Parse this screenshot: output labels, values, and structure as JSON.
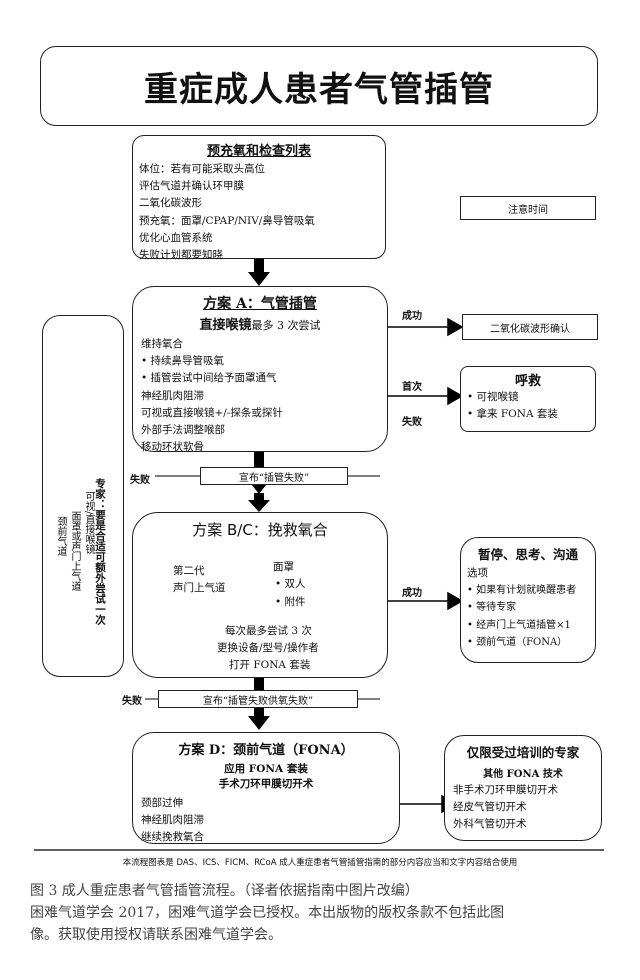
{
  "title": "重症成人患者气管插管",
  "pre_ox": {
    "heading": "预充氧和检查列表",
    "items": [
      "体位：若有可能采取头高位",
      "评估气道并确认环甲膜",
      "二氧化碳波形",
      "预充氧：面罩/CPAP/NIV/鼻导管吸氧",
      "优化心血管系统",
      "失败计划都要知晓"
    ]
  },
  "attention": "注意时间",
  "plan_a": {
    "heading": "方案 A：气管插管",
    "sub_bold": "直接喉镜",
    "sub_rest": "最多 3 次尝试",
    "items": [
      "维持氧合",
      "• 持续鼻导管吸氧",
      "• 插管尝试中间给予面罩通气",
      "神经肌肉阻滞",
      "可视或直接喉镜+/-探条或探针",
      "外部手法调整喉部",
      "移动环状软骨"
    ]
  },
  "success_label": "成功",
  "capno_confirm": "二氧化碳波形确认",
  "first_label": "首次",
  "fail_label_a": "失败",
  "help": {
    "heading": "呼救",
    "items": [
      "• 可视喉镜",
      "• 拿来 FONA 套装"
    ]
  },
  "fail_left_1": "失败",
  "declare_1": "宣布“插管失败”",
  "plan_bc": {
    "heading": "方案 B/C：挽救氧合",
    "left_items": [
      "第二代",
      "声门上气道"
    ],
    "right_items": [
      "面罩",
      "• 双人",
      "• 附件"
    ],
    "bottom_items": [
      "每次最多尝试 3 次",
      "更换设备/型号/操作者",
      "打开 FONA 套装"
    ]
  },
  "success_label_2": "成功",
  "pause": {
    "heading": "暂停、思考、沟通",
    "sub": "选项",
    "items": [
      "• 如果有计划就唤醒患者",
      "• 等待专家",
      "• 经声门上气道插管×1",
      "• 颈前气道（FONA）"
    ]
  },
  "fail_left_2": "失败",
  "declare_2": "宣布“插管失败供氧失败”",
  "plan_d": {
    "heading": "方案 D：颈前气道（FONA）",
    "sub1": "应用 FONA 套装",
    "sub2": "手术刀环甲膜切开术",
    "items": [
      "颈部过伸",
      "神经肌肉阻滞",
      "继续挽救氧合"
    ]
  },
  "expert_only": {
    "heading": "仅限受过培训的专家",
    "sub": "其他 FONA 技术",
    "items": [
      "非手术刀环甲膜切开术",
      "经皮气管切开术",
      "外科气管切开术"
    ]
  },
  "expert_side": {
    "title": "专家：要是合适可额外尝试一次",
    "items": [
      "可视/直接喉镜",
      "面罩或声门上气道",
      "颈前气道"
    ]
  },
  "footnote": "本流程图表是 DAS、ICS、FICM、RCoA 成人重症患者气管插管指南的部分内容应当和文字内容结合使用",
  "caption": [
    "图 3 成人重症患者气管插管流程。（译者依据指南中图片改编）",
    "困难气道学会 2017，困难气道学会已授权。本出版物的版权条款不包括此图",
    "像。获取使用授权请联系困难气道学会。"
  ]
}
